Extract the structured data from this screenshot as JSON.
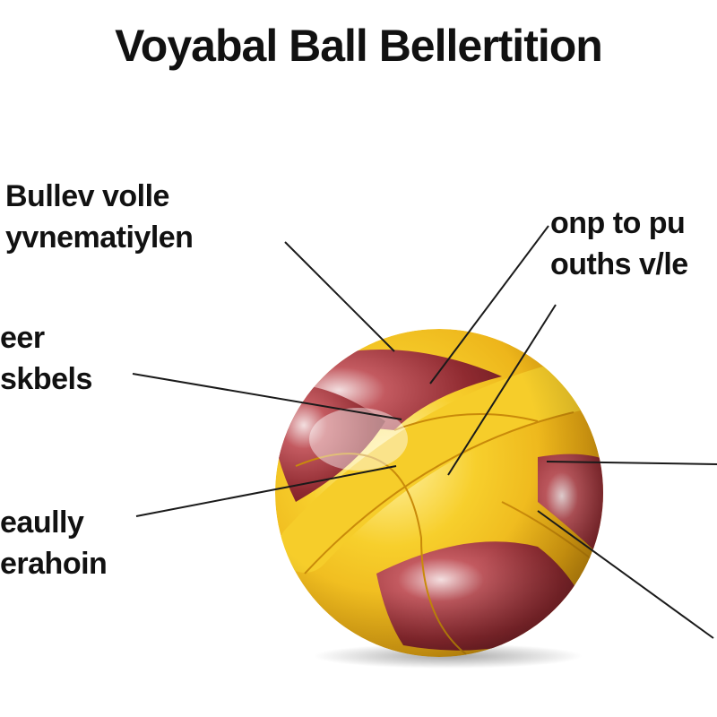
{
  "title": "Voyabal Ball Bellertition",
  "labels": {
    "top_left": [
      "Bullev volle",
      "yvnematiylen"
    ],
    "mid_left": [
      "eer",
      "skbels"
    ],
    "low_left": [
      "eaully",
      "erahoin"
    ],
    "top_right": [
      "onp to pu",
      "ouths v/le"
    ]
  },
  "colors": {
    "yellow": "#f2c21f",
    "yellow_dark": "#d99a0e",
    "maroon": "#8f2a30",
    "maroon_light": "#b8464c",
    "leader_line": "#1a1a1a"
  }
}
